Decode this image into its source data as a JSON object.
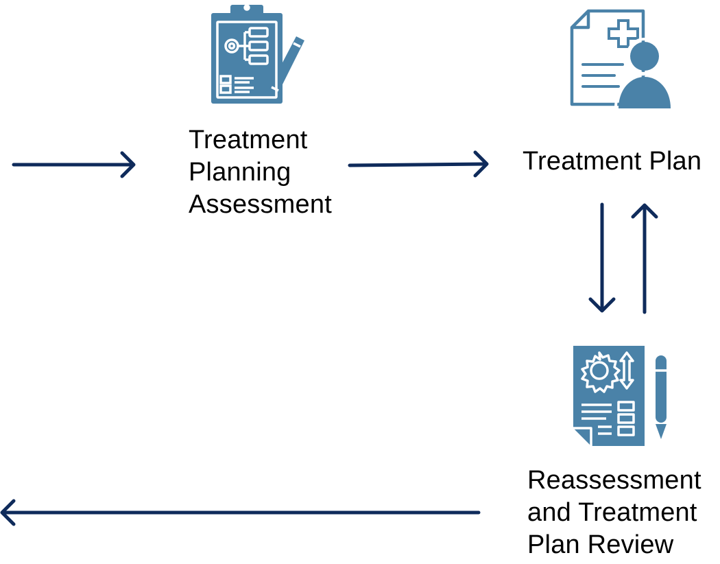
{
  "nodes": {
    "assessment": {
      "label": "Treatment\nPlanning\nAssessment",
      "icon": "clipboard-flowchart-pen-icon"
    },
    "plan": {
      "label": "Treatment Plan",
      "icon": "medical-document-person-icon"
    },
    "review": {
      "label": "Reassessment\nand Treatment\nPlan Review",
      "icon": "gear-report-pen-icon"
    }
  },
  "colors": {
    "arrow": "#0f2b5b",
    "icon": "#4a82a8",
    "icon_detail": "#ffffff",
    "text": "#000000",
    "background": "#ffffff"
  }
}
